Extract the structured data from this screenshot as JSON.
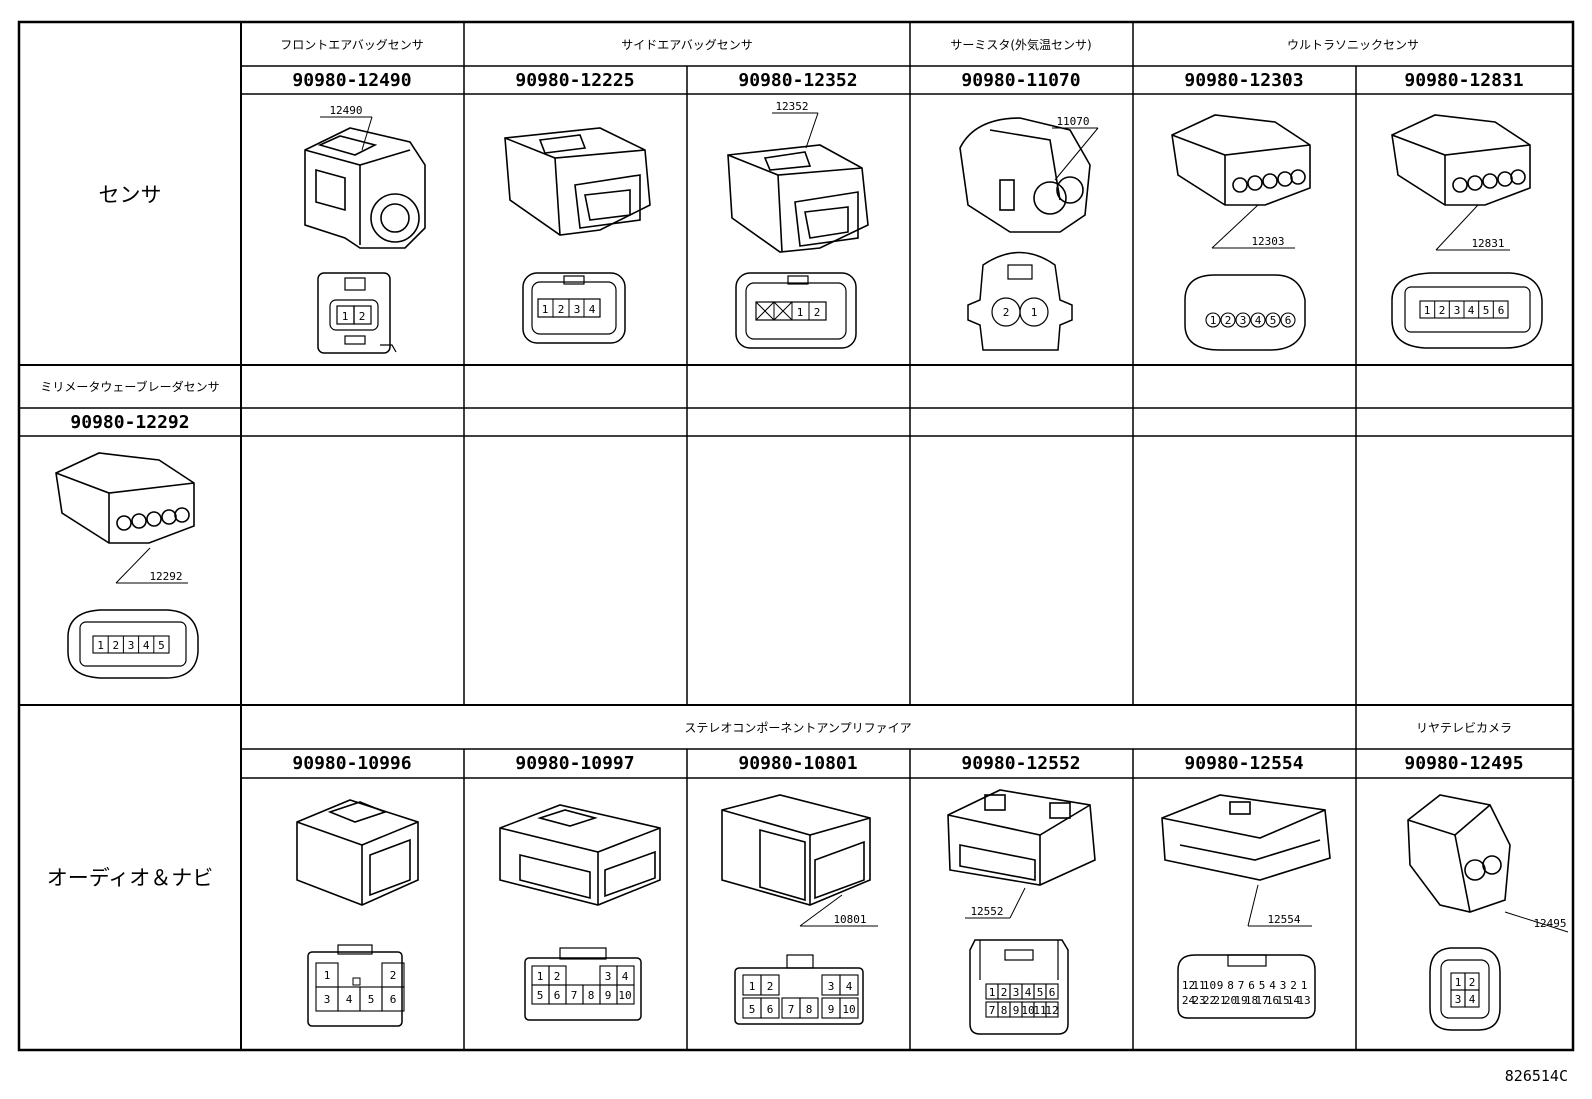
{
  "row_labels": {
    "sensor": "センサ",
    "audio_navi": "オーディオ＆ナビ"
  },
  "categories": {
    "front_airbag": "フロントエアバッグセンサ",
    "side_airbag": "サイドエアバッグセンサ",
    "thermistor": "サーミスタ(外気温センサ)",
    "ultrasonic": "ウルトラソニックセンサ",
    "millimeter_radar": "ミリメータウェーブレーダセンサ",
    "stereo_amp": "ステレオコンポーネントアンプリファイア",
    "rear_camera": "リヤテレビカメラ"
  },
  "connectors": [
    {
      "code": "90980-12490",
      "callout": "12490",
      "pins": [
        "1",
        "2"
      ]
    },
    {
      "code": "90980-12225",
      "callout": "",
      "pins": [
        "1",
        "2",
        "3",
        "4"
      ]
    },
    {
      "code": "90980-12352",
      "callout": "12352",
      "pins": [
        "1",
        "2"
      ]
    },
    {
      "code": "90980-11070",
      "callout": "11070",
      "pins": [
        "2",
        "1"
      ]
    },
    {
      "code": "90980-12303",
      "callout": "12303",
      "pins": [
        "1",
        "2",
        "3",
        "4",
        "5",
        "6"
      ]
    },
    {
      "code": "90980-12831",
      "callout": "12831",
      "pins": [
        "1",
        "2",
        "3",
        "4",
        "5",
        "6"
      ]
    },
    {
      "code": "90980-12292",
      "callout": "12292",
      "pins": [
        "1",
        "2",
        "3",
        "4",
        "5"
      ]
    },
    {
      "code": "90980-10996",
      "callout": "",
      "pins": [
        "1",
        "2",
        "3",
        "4",
        "5",
        "6"
      ]
    },
    {
      "code": "90980-10997",
      "callout": "",
      "pins": [
        "1",
        "2",
        "3",
        "4",
        "5",
        "6",
        "7",
        "8",
        "9",
        "10"
      ]
    },
    {
      "code": "90980-10801",
      "callout": "10801",
      "pins": [
        "1",
        "2",
        "3",
        "4",
        "5",
        "6",
        "7",
        "8",
        "9",
        "10"
      ]
    },
    {
      "code": "90980-12552",
      "callout": "12552",
      "pins": [
        "1",
        "2",
        "3",
        "4",
        "5",
        "6",
        "7",
        "8",
        "9",
        "10",
        "11",
        "12"
      ]
    },
    {
      "code": "90980-12554",
      "callout": "12554",
      "pins": [
        "12",
        "11",
        "10",
        "9",
        "8",
        "7",
        "6",
        "5",
        "4",
        "3",
        "2",
        "1",
        "24",
        "23",
        "22",
        "21",
        "20",
        "19",
        "18",
        "17",
        "16",
        "15",
        "14",
        "13"
      ]
    },
    {
      "code": "90980-12495",
      "callout": "12495",
      "pins": [
        "1",
        "2",
        "3",
        "4"
      ]
    }
  ],
  "figure_ref": "826514C"
}
